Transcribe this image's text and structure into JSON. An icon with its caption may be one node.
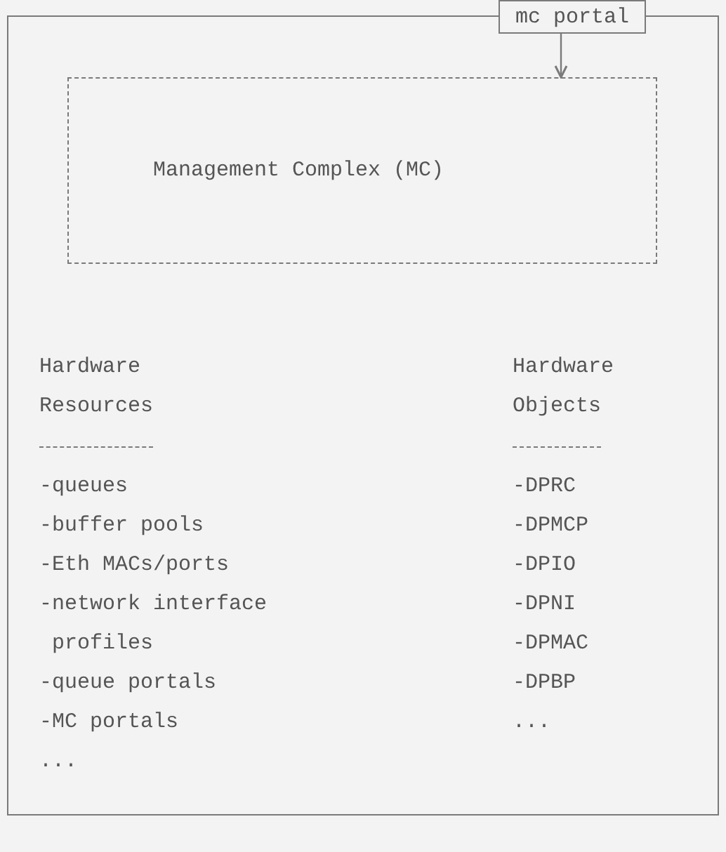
{
  "diagram": {
    "nodes": [
      {
        "text": [],
        "shape": "box"
      },
      {
        "text": [
          "mc portal"
        ]
      },
      {
        "text": [
          "Management Complex (MC)"
        ],
        "in": 0
      }
    ],
    "edges": [
      {
        "from": 1,
        "to": 2,
        "arrow": "to"
      }
    ],
    "labels": [
      "Hardware Resources",
      "-queues",
      "-buffer pools",
      "-Eth MACs/ports",
      "-network interface profiles",
      "-queue portals",
      "-MC portals",
      "...",
      "Hardware Objects",
      "-DPRC",
      "-DPMCP",
      "-DPIO",
      "-DPNI",
      "-DPMAC",
      "-DPBP",
      "..."
    ]
  }
}
